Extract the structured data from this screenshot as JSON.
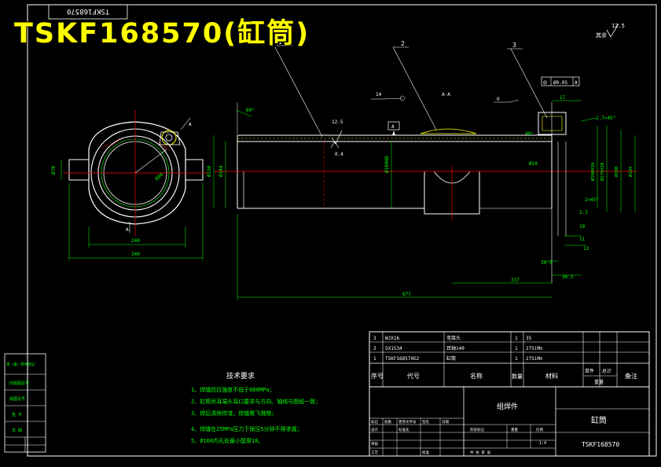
{
  "overlay_title": "TSKF168570(缸筒)",
  "rotated_label": "TSKF168570",
  "part_balloons": [
    "1",
    "2",
    "3"
  ],
  "roughness": {
    "general": "12.5",
    "general_suffix": "其余",
    "surface_a": "12.5",
    "surface_b": "0.4",
    "surface_c": "14",
    "surface_d": "0"
  },
  "section_marks": {
    "a": "A",
    "a_section": "A-A",
    "datum": "A"
  },
  "tolerance_frame": {
    "symbol": "◎",
    "value": "Ø0.05",
    "datum": "A"
  },
  "dimensions": {
    "d_240": "240",
    "d_340": "340",
    "d_677": "677",
    "d_337": "337",
    "d_17": "17",
    "d_14_5": "14.5",
    "d_36_5": "36.5",
    "d_2x45": "2×45°",
    "d_2_7x45": "2.7×45°",
    "d_3_2": "3.2",
    "d_10": "10",
    "d_11": "11",
    "d_13": "13",
    "d_40": "40°",
    "d_610": "Ø10",
    "left_dia_1": "Ø70",
    "left_dia_2": "Ø156",
    "left_dia_3": "Ø144",
    "right_dia_1": "Ø160H10",
    "right_dia_2": "Ø175H10",
    "right_dia_3": "Ø180",
    "right_dia_4": "Ø194",
    "inner_dia": "Ø160H8",
    "angle_60": "60°",
    "angle_r": "R90"
  },
  "tech_requirements": {
    "heading": "技术要求",
    "items": [
      "1、焊缝抗拉强度不低于680MPa；",
      "2、缸筒吊耳端头耳口要求与方向、轴线与图纸一致；",
      "3、焊后清除焊渣，焊缝需飞溅物；",
      "4、焊缝在25MPa压力下保压5分钟不得渗漏；",
      "5、Ø160内孔处最小壁厚18。"
    ]
  },
  "bom": {
    "rows": [
      {
        "no": "3",
        "code": "WJX16",
        "name": "弯接头",
        "qty": "1",
        "material": "35",
        "weight": ""
      },
      {
        "no": "2",
        "code": "SX1534",
        "name": "耳轴140",
        "qty": "1",
        "material": "27SiMn",
        "weight": ""
      },
      {
        "no": "1",
        "code": "TSKF168570G2",
        "name": "缸筒",
        "qty": "1",
        "material": "27SiMn",
        "weight": ""
      }
    ],
    "header": {
      "no": "序号",
      "code": "代号",
      "name": "名称",
      "qty": "数量",
      "material": "材料",
      "unit": "单件",
      "total": "总计",
      "weight": "重量",
      "note": "备注"
    }
  },
  "title_block": {
    "assembly": "组焊件",
    "part_name": "缸筒",
    "drawing_no": "TSKF168570",
    "scale": "1:4",
    "labels": {
      "mark": "标记",
      "count": "处数",
      "file": "更改文件号",
      "sign": "签名",
      "date": "日期",
      "design": "设计",
      "review": "审核",
      "craft": "工艺",
      "approve": "批准",
      "std": "标准化",
      "stage": "阶段标记",
      "weight": "重量",
      "ratio": "比例",
      "sheet": "共 张 第 张"
    }
  },
  "left_strip": [
    "借（通）用件登记",
    "旧底图总号",
    "底图总号",
    "签  字",
    "日  期"
  ]
}
